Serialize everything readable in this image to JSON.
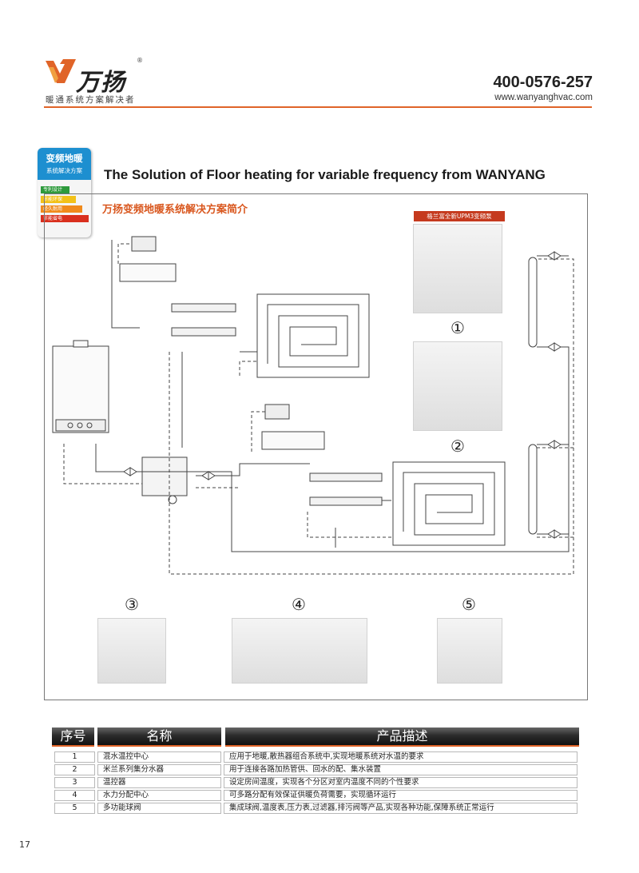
{
  "header": {
    "brand_name": "万扬",
    "registered_mark": "®",
    "brand_tagline": "暖通系统方案解决者",
    "phone": "400-0576-257",
    "website": "www.wanyanghvac.com"
  },
  "badge": {
    "title": "变频地暖",
    "subtitle": "系统解决方案",
    "tags": [
      "专利设计",
      "节能环保",
      "经久耐用",
      "节能省电"
    ]
  },
  "main_title": "The Solution of Floor heating for variable frequency from WANYANG",
  "section_subtitle": "万扬变频地暖系统解决方案简介",
  "pump_label": "格兰富全新UPM3变频泵",
  "item_markers": [
    "①",
    "②",
    "③",
    "④",
    "⑤"
  ],
  "table": {
    "headers": [
      "序号",
      "名称",
      "产品描述"
    ],
    "rows": [
      {
        "no": "1",
        "name": "混水温控中心",
        "desc": "应用于地暖,散热器组合系统中,实现地暖系统对水温的要求"
      },
      {
        "no": "2",
        "name": "米兰系列集分水器",
        "desc": "用于连接各路加热管供、回水的配、集水装置"
      },
      {
        "no": "3",
        "name": "温控器",
        "desc": "设定房间温度，实现各个分区对室内温度不同的个性要求"
      },
      {
        "no": "4",
        "name": "水力分配中心",
        "desc": "可多路分配有效保证供暖负荷需要，实现循环运行"
      },
      {
        "no": "5",
        "name": "多功能球阀",
        "desc": "集成球阀,温度表,压力表,过滤器,排污阀等产品,实现各种功能,保障系统正常运行"
      }
    ]
  },
  "page_number": "17",
  "colors": {
    "accent_orange": "#e06428",
    "badge_blue": "#1d8fd0",
    "subtitle_orange": "#d9571e",
    "pump_label_red": "#c53a1e"
  }
}
